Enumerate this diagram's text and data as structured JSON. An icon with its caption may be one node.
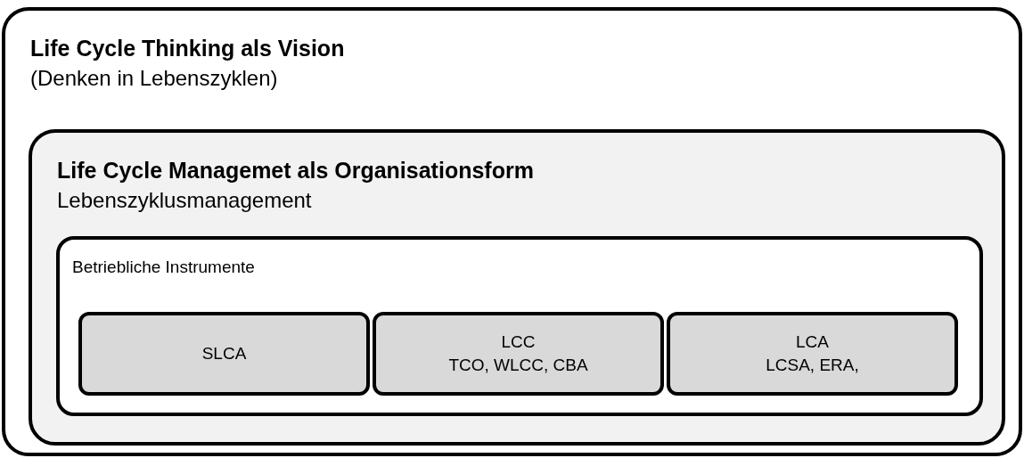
{
  "diagram": {
    "nodes": [
      {
        "text": [
          "Life Cycle Thinking als Vision",
          "(Denken in Lebenszyklen)"
        ]
      },
      {
        "text": [
          "Life Cycle Managemet als Organisationsform",
          "Lebenszyklusmanagement"
        ],
        "in": 0
      },
      {
        "text": [
          "Betriebliche Instrumente"
        ],
        "in": 1
      },
      {
        "text": [
          "SLCA"
        ],
        "in": 2
      },
      {
        "text": [
          "LCC",
          "TCO, WLCC, CBA"
        ],
        "in": 2
      },
      {
        "text": [
          "LCA",
          "LCSA, ERA,"
        ],
        "in": 2
      }
    ]
  }
}
